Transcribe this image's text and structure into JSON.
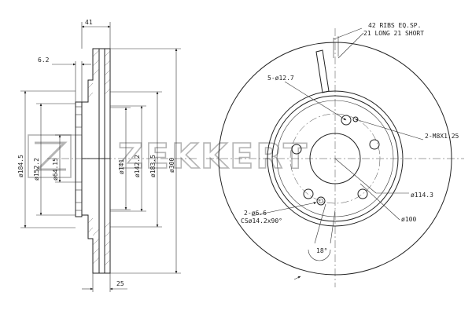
{
  "watermark": {
    "brand": "ZEKKERT"
  },
  "side_view": {
    "dims": {
      "total_width": "41",
      "hat_thickness": "6.2",
      "pilot_width": "25",
      "d_outer_left": "ø184.5",
      "d_152": "ø152.2",
      "d_hub": "ø64.15",
      "d_141": "ø141",
      "d_142": "ø142.2",
      "d_183": "ø183.5",
      "d_outer": "ø300"
    }
  },
  "front_view": {
    "notes": {
      "ribs_line1": "42 RIBS EQ.SP.",
      "ribs_line2": "21 LONG 21 SHORT",
      "bolt_holes": "5-ø12.7",
      "thread": "2-M8X1.25",
      "pcd": "ø114.3",
      "small_holes_line1": "2-ø6.6",
      "small_holes_line2": "CSø14.2x90°",
      "center_bore": "ø100",
      "angle": "18°"
    }
  }
}
